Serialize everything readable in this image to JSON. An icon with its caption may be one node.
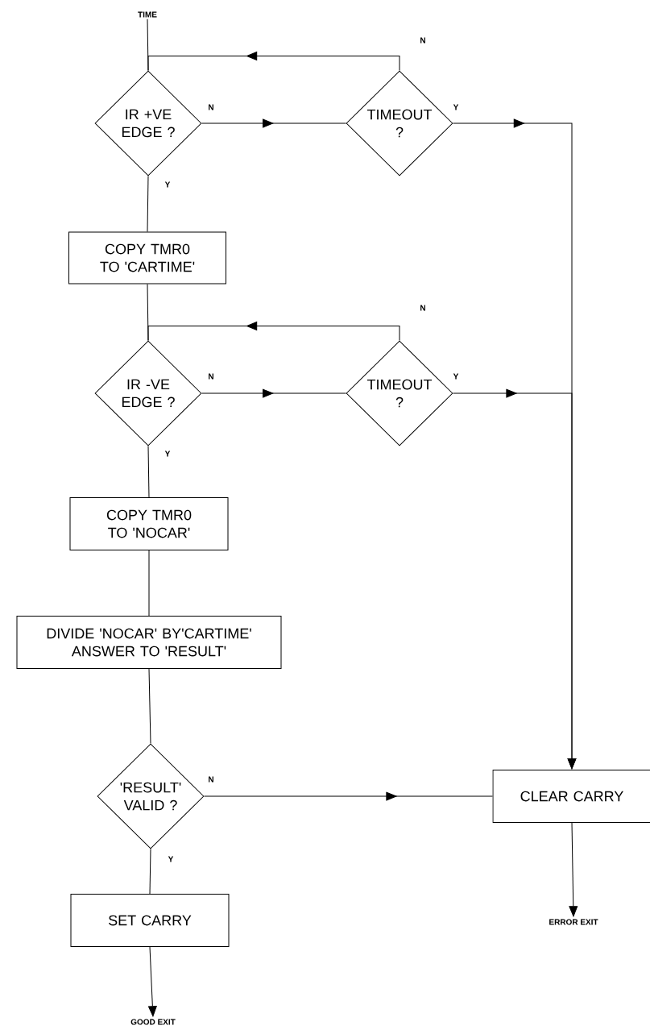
{
  "diagram": {
    "nodes": [
      {
        "text": [
          "TIME"
        ]
      },
      {
        "text": [
          "IR +VE EDGE ?"
        ]
      },
      {
        "text": [
          "TIMEOUT ?"
        ]
      },
      {
        "text": [
          "COPY TMR0 TO 'CARTIME'"
        ]
      },
      {
        "text": [
          "IR -VE EDGE ?"
        ]
      },
      {
        "text": [
          "TIMEOUT ?"
        ]
      },
      {
        "text": [
          "COPY TMR0 TO 'NOCAR'"
        ]
      },
      {
        "text": [
          "DIVIDE 'NOCAR' BY'CARTIME' ANSWER TO 'RESULT'"
        ]
      },
      {
        "text": [
          "'RESULT' VALID ?"
        ]
      },
      {
        "text": [
          "SET CARRY"
        ]
      },
      {
        "text": [
          "GOOD EXIT"
        ]
      },
      {
        "text": [
          "CLEAR CARRY"
        ]
      },
      {
        "text": [
          "ERROR EXIT"
        ]
      }
    ],
    "edges": [
      {
        "from": 0,
        "to": 1,
        "arrow": "none"
      },
      {
        "from": 1,
        "to": 2,
        "arrow": "to",
        "label": "N"
      },
      {
        "from": 2,
        "to": 1,
        "arrow": "to",
        "label": "N"
      },
      {
        "from": 2,
        "to": 11,
        "arrow": "to",
        "label": "Y"
      },
      {
        "from": 1,
        "to": 3,
        "arrow": "none",
        "label": "Y"
      },
      {
        "from": 3,
        "to": 4,
        "arrow": "none"
      },
      {
        "from": 4,
        "to": 5,
        "arrow": "to",
        "label": "N"
      },
      {
        "from": 5,
        "to": 4,
        "arrow": "to",
        "label": "N"
      },
      {
        "from": 5,
        "to": 11,
        "arrow": "to",
        "label": "Y"
      },
      {
        "from": 4,
        "to": 6,
        "arrow": "none",
        "label": "Y"
      },
      {
        "from": 6,
        "to": 7,
        "arrow": "none"
      },
      {
        "from": 7,
        "to": 8,
        "arrow": "none"
      },
      {
        "from": 8,
        "to": 11,
        "arrow": "to",
        "label": "N"
      },
      {
        "from": 8,
        "to": 9,
        "arrow": "none",
        "label": "Y"
      },
      {
        "from": 9,
        "to": 10,
        "arrow": "to"
      },
      {
        "from": 11,
        "to": 12,
        "arrow": "to"
      }
    ]
  }
}
